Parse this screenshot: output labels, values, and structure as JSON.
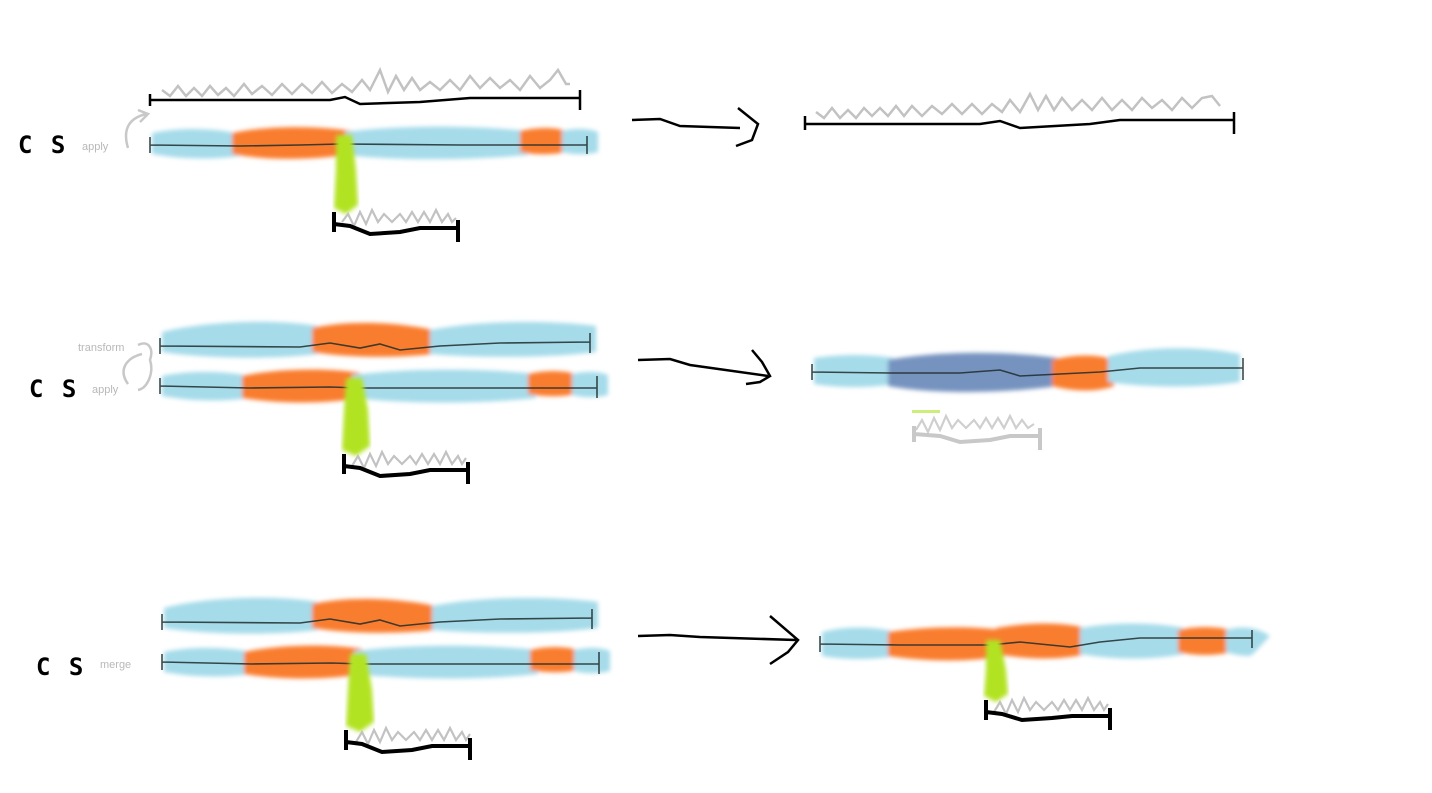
{
  "rows": [
    {
      "cs_label": "C S",
      "annotation": "apply"
    },
    {
      "cs_label": "C S",
      "annotations": [
        "transform",
        "apply"
      ]
    },
    {
      "cs_label": "C S",
      "annotation": "merge"
    }
  ],
  "colors": {
    "light_blue": "#a6dbea",
    "orange": "#f97d2d",
    "lime": "#b2e324",
    "slate_blue": "#7693bf",
    "gray_line": "#c2c2c2",
    "black_line": "#000000"
  }
}
